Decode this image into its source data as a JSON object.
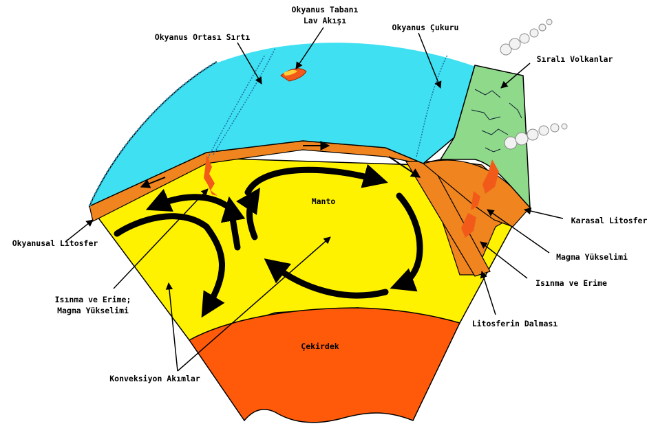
{
  "colors": {
    "ocean": "#3fe0f2",
    "ocean_edge": "#2a8fb0",
    "lithosphere": "#f0841e",
    "mantle": "#fff200",
    "core": "#ff5a0a",
    "continent": "#8fd98a",
    "magma": "#f25a1a",
    "arrow": "#000000"
  },
  "labels": {
    "ridge": "Okyanus Ortası Sırtı",
    "lava_line1": "Okyanus Tabanı",
    "lava_line2": "Lav Akışı",
    "trench": "Okyanus Çukuru",
    "volcanoes": "Sıralı Volkanlar",
    "continental_lith": "Karasal Litosfer",
    "oceanic_lith": "Okyanusal Litosfer",
    "mantle": "Manto",
    "magma_rise": "Magma Yükselimi",
    "heat_melt": "Isınma ve Erime",
    "heat_melt_left_line1": "Isınma ve Erime;",
    "heat_melt_left_line2": "Magma Yükselimi",
    "subduction": "Litosferin Dalması",
    "core": "Çekirdek",
    "convection": "Konveksiyon Akımlar"
  }
}
